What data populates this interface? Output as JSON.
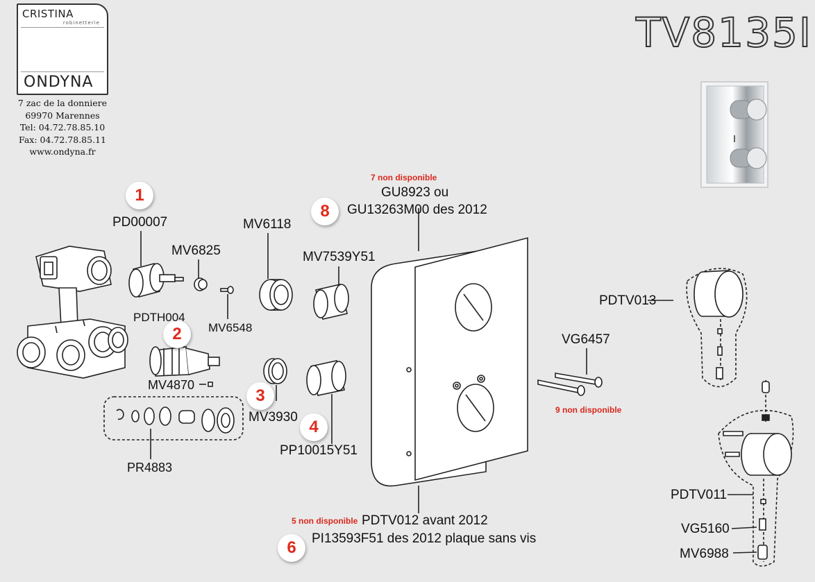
{
  "logo": {
    "brand_top": "CRISTINA",
    "brand_sub": "robinetterie",
    "brand_bottom": "ONDYNA"
  },
  "address": {
    "line1": "7 zac de la donniere",
    "line2": "69970 Marennes",
    "tel": "Tel: 04.72.78.85.10",
    "fax": "Fax: 04.72.78.85.11",
    "web": "www.ondyna.fr"
  },
  "model_number": "TV8135I",
  "notes": {
    "note7": "7 non disponible",
    "note9": "9 non disponible",
    "note5": "5 non disponible"
  },
  "badges": [
    "1",
    "2",
    "3",
    "4",
    "6",
    "8"
  ],
  "parts": {
    "pd00007": "PD00007",
    "mv6825": "MV6825",
    "mv6118": "MV6118",
    "mv7539y51": "MV7539Y51",
    "gu8923": "GU8923 ou",
    "gu13263m00": "GU13263M00 des 2012",
    "pdth004": "PDTH004",
    "mv6548": "MV6548",
    "mv4870": "MV4870",
    "mv3930": "MV3930",
    "pp10015y51": "PP10015Y51",
    "pr4883": "PR4883",
    "pdtv012": "PDTV012 avant 2012",
    "pi13593f51": "PI13593F51 des 2012 plaque sans vis",
    "vg6457": "VG6457",
    "pdtv013": "PDTV013",
    "pdtv011": "PDTV011",
    "vg5160": "VG5160",
    "mv6988": "MV6988"
  }
}
